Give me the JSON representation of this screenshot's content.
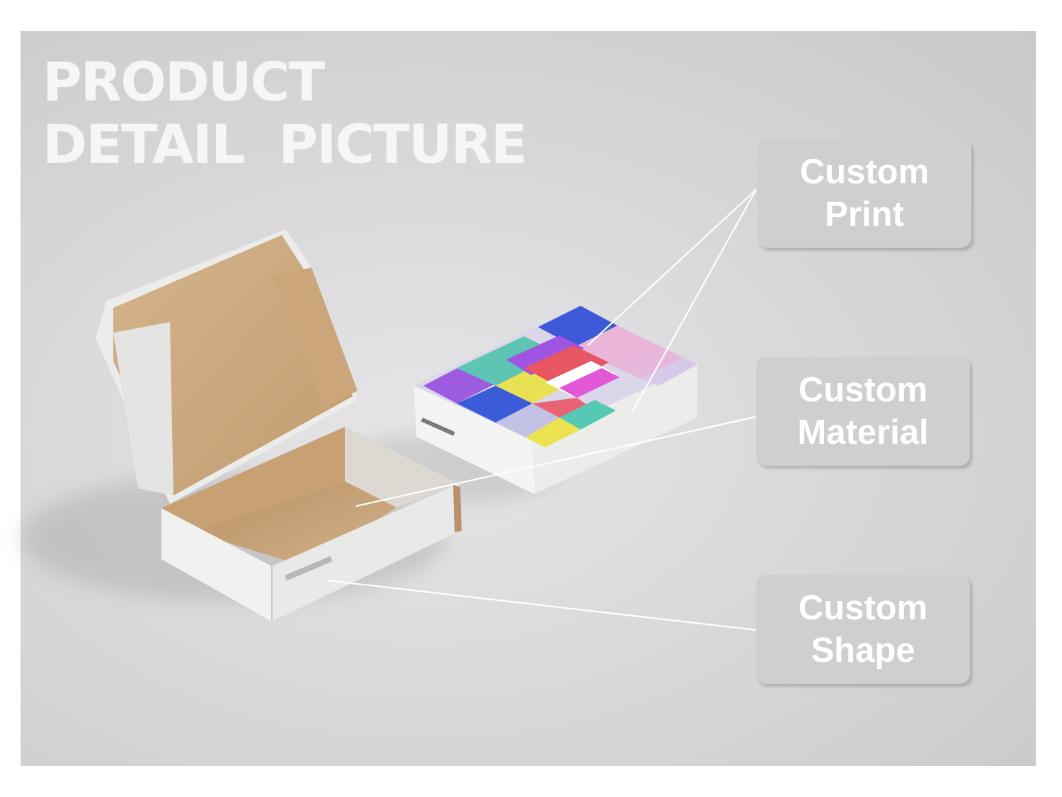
{
  "headline": {
    "line1": "PRODUCT",
    "line2": "DETAIL  PICTURE"
  },
  "callouts": [
    {
      "line1": "Custom",
      "line2": "Print"
    },
    {
      "line1": "Custom",
      "line2": "Material"
    },
    {
      "line1": "Custom",
      "line2": "Shape"
    }
  ],
  "colors": {
    "background": "#d9d9db",
    "callout_box": "#cfcfd1",
    "headline_text": "#f6f6f8",
    "kraft_inside": "#c9a47a",
    "box_white": "#f3f3f1"
  },
  "scene": {
    "objects": [
      "open-mailer-box",
      "closed-printed-mailer-box"
    ]
  }
}
